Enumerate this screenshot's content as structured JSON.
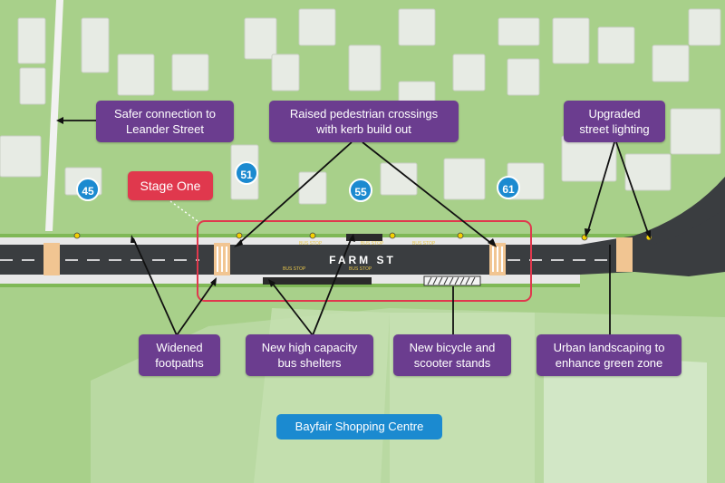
{
  "street_name": "FARM ST",
  "stage_label": "Stage One",
  "destination_label": "Bayfair Shopping Centre",
  "house_numbers": [
    "45",
    "51",
    "55",
    "61"
  ],
  "callouts": {
    "leander": [
      "Safer connection to",
      "Leander Street"
    ],
    "crossings": [
      "Raised pedestrian crossings",
      "with kerb build out"
    ],
    "lighting": [
      "Upgraded",
      "street lighting"
    ],
    "footpaths": [
      "Widened",
      "footpaths"
    ],
    "shelters": [
      "New high capacity",
      "bus shelters"
    ],
    "bicycle": [
      "New bicycle and",
      "scooter stands"
    ],
    "landscaping": [
      "Urban landscaping to",
      "enhance green zone"
    ]
  },
  "road_markings": [
    "BUS STOP",
    "BUS STOP",
    "BUS STOP",
    "BUS STOP",
    "BUS STOP"
  ],
  "colors": {
    "callout": "#6b3d8f",
    "stage": "#e0384d",
    "badge": "#1b8ad0",
    "grass": "#a8d08a",
    "road": "#3a3d40",
    "building": "#e6eae3"
  }
}
